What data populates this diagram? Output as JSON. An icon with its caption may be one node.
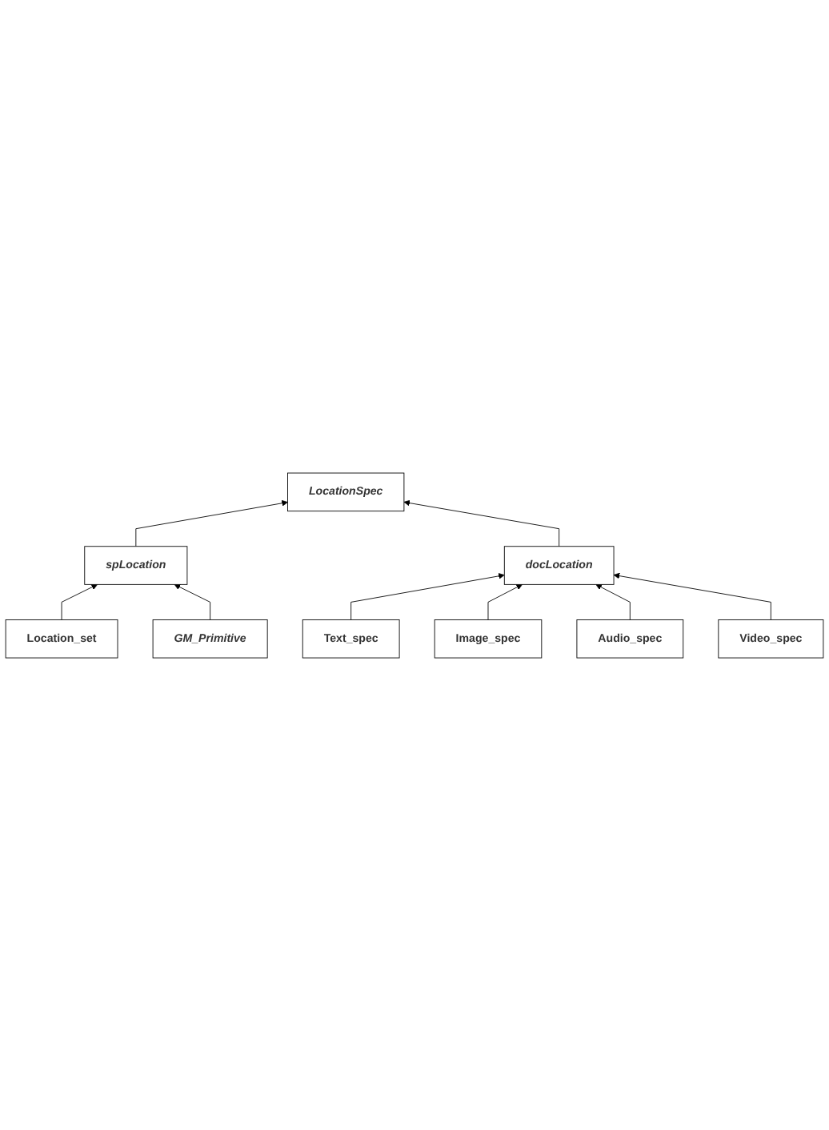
{
  "diagram": {
    "nodes": [
      {
        "text": [
          "LocationSpec"
        ]
      },
      {
        "text": [
          "spLocation"
        ]
      },
      {
        "text": [
          "docLocation"
        ]
      },
      {
        "text": [
          "Location_set"
        ]
      },
      {
        "text": [
          "GM_Primitive"
        ]
      },
      {
        "text": [
          "Text_spec"
        ]
      },
      {
        "text": [
          "Image_spec"
        ]
      },
      {
        "text": [
          "Audio_spec"
        ]
      },
      {
        "text": [
          "Video_spec"
        ]
      }
    ],
    "edges": [
      {
        "from": 1,
        "to": 0,
        "arrow": "to"
      },
      {
        "from": 2,
        "to": 0,
        "arrow": "to"
      },
      {
        "from": 3,
        "to": 1,
        "arrow": "to"
      },
      {
        "from": 4,
        "to": 1,
        "arrow": "to"
      },
      {
        "from": 5,
        "to": 2,
        "arrow": "to"
      },
      {
        "from": 6,
        "to": 2,
        "arrow": "to"
      },
      {
        "from": 7,
        "to": 2,
        "arrow": "to"
      },
      {
        "from": 8,
        "to": 2,
        "arrow": "to"
      }
    ]
  }
}
